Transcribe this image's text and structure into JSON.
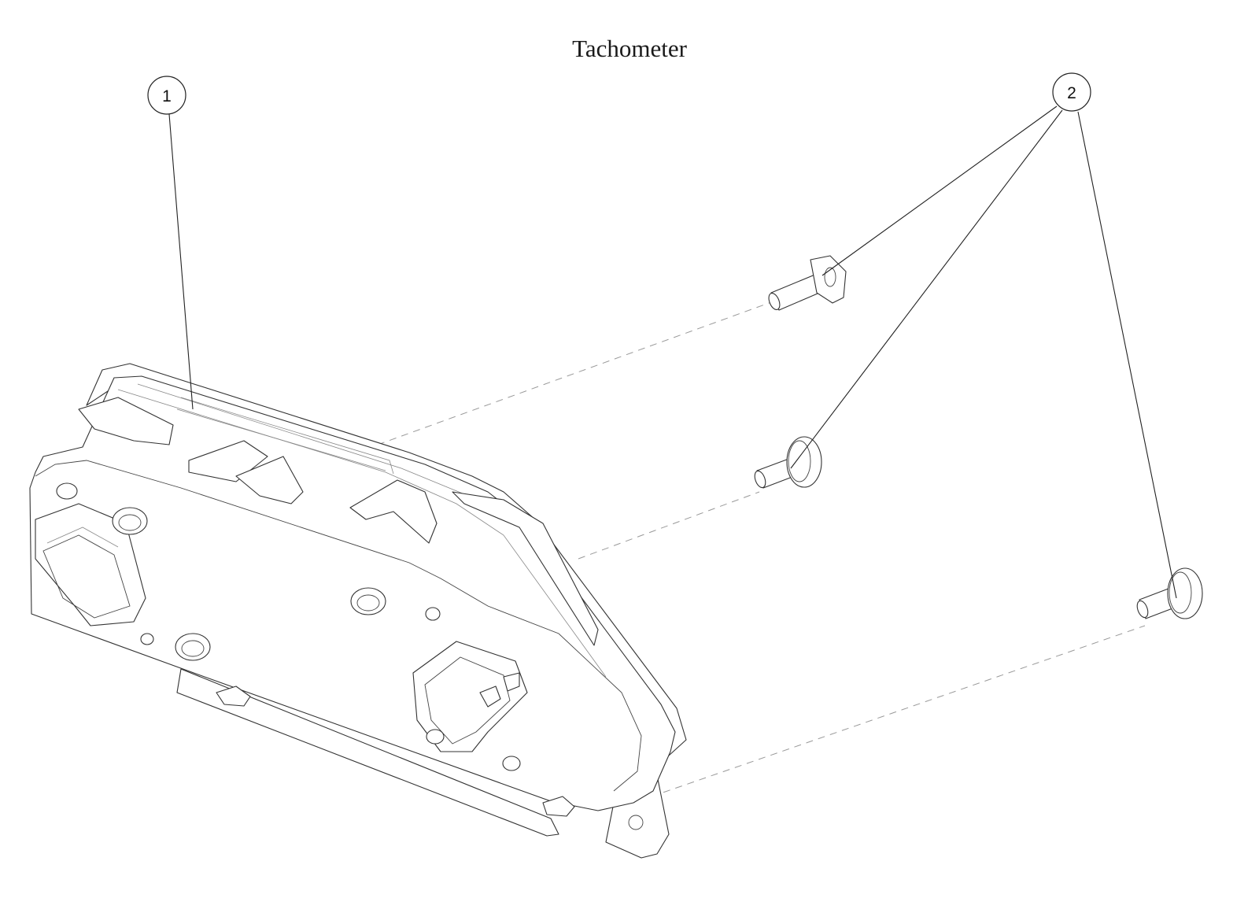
{
  "diagram": {
    "title": "Tachometer",
    "callouts": [
      {
        "id": "1",
        "label": "1"
      },
      {
        "id": "2",
        "label": "2"
      }
    ]
  }
}
